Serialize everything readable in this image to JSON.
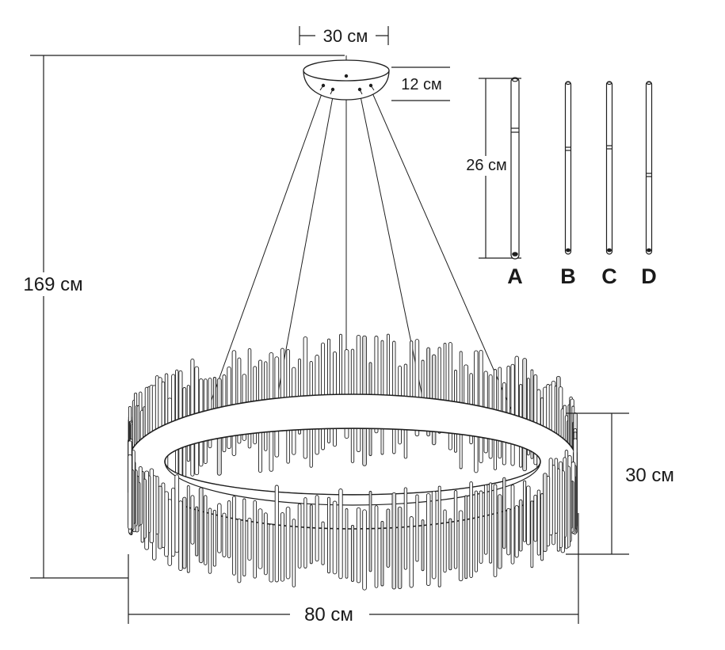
{
  "drawing": {
    "title": "Chandelier dimensions diagram",
    "colors": {
      "line": "#1f1f1f",
      "text": "#1a1a1a",
      "background": "#ffffff",
      "rod_fill": "#ffffff",
      "rod_shaded": "#dcdcdc"
    }
  },
  "dimensions": {
    "canopy_width": "30 см",
    "canopy_height": "12 см",
    "total_height": "169 см",
    "rod_length": "26 см",
    "ring_diameter": "80 см",
    "ring_height": "30 см"
  },
  "rod_variants": [
    {
      "label": "A"
    },
    {
      "label": "B"
    },
    {
      "label": "C"
    },
    {
      "label": "D"
    }
  ]
}
